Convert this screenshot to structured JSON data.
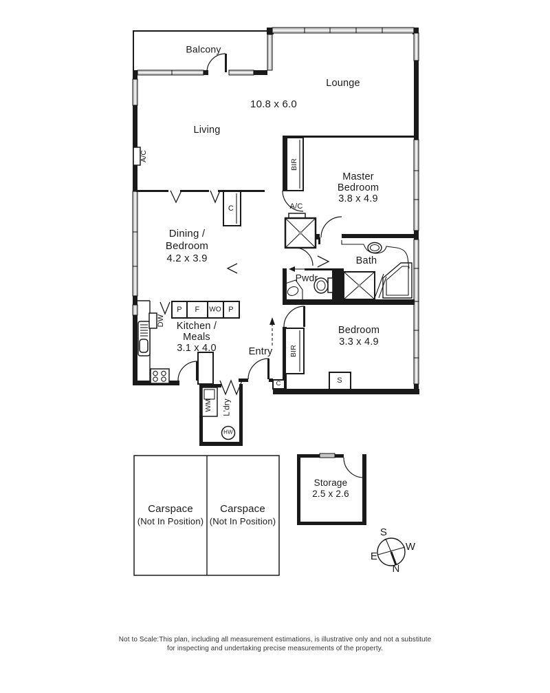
{
  "rooms": {
    "balcony": {
      "name": "Balcony"
    },
    "lounge": {
      "name": "Lounge"
    },
    "lounge_living_dims": "10.8 x 6.0",
    "living": {
      "name": "Living"
    },
    "master_bedroom": {
      "name": "Master Bedroom",
      "dims": "3.8 x 4.9"
    },
    "dining_bedroom": {
      "name": "Dining / Bedroom",
      "dims": "4.2 x 3.9"
    },
    "bath": {
      "name": "Bath"
    },
    "powder": {
      "name": "Pwdr"
    },
    "kitchen_meals": {
      "name": "Kitchen / Meals",
      "dims": "3.1 x 4.0"
    },
    "entry": {
      "name": "Entry"
    },
    "bedroom": {
      "name": "Bedroom",
      "dims": "3.3 x 4.9"
    },
    "laundry": {
      "name": "L'dry"
    },
    "storage": {
      "name": "Storage",
      "dims": "2.5 x 2.6"
    },
    "carspace_left": {
      "name": "Carspace",
      "note": "(Not In Position)"
    },
    "carspace_right": {
      "name": "Carspace",
      "note": "(Not In Position)"
    }
  },
  "fixtures": {
    "pantry1": "P",
    "fridge": "F",
    "wall_oven": "WO",
    "pantry2": "P",
    "dishwasher": "DW",
    "washing_machine": "WM",
    "hot_water": "HW",
    "ac_living": "A/C",
    "ac_master": "A/C",
    "bir_master": "BIR",
    "bir_bedroom": "BIR",
    "closet_dining": "C",
    "closet_entry": "C",
    "shelf": "S"
  },
  "compass": {
    "north": "N",
    "south": "S",
    "east": "E",
    "west": "W"
  },
  "footer": {
    "line1": "Not to Scale:This plan, including all measurement estimations, is illustrative only and not a substitute",
    "line2": "for inspecting and undertaking precise measurements of the property."
  },
  "colors": {
    "wall": "#1a1a1a",
    "window_fill": "#c8c8c8",
    "background": "#ffffff"
  }
}
